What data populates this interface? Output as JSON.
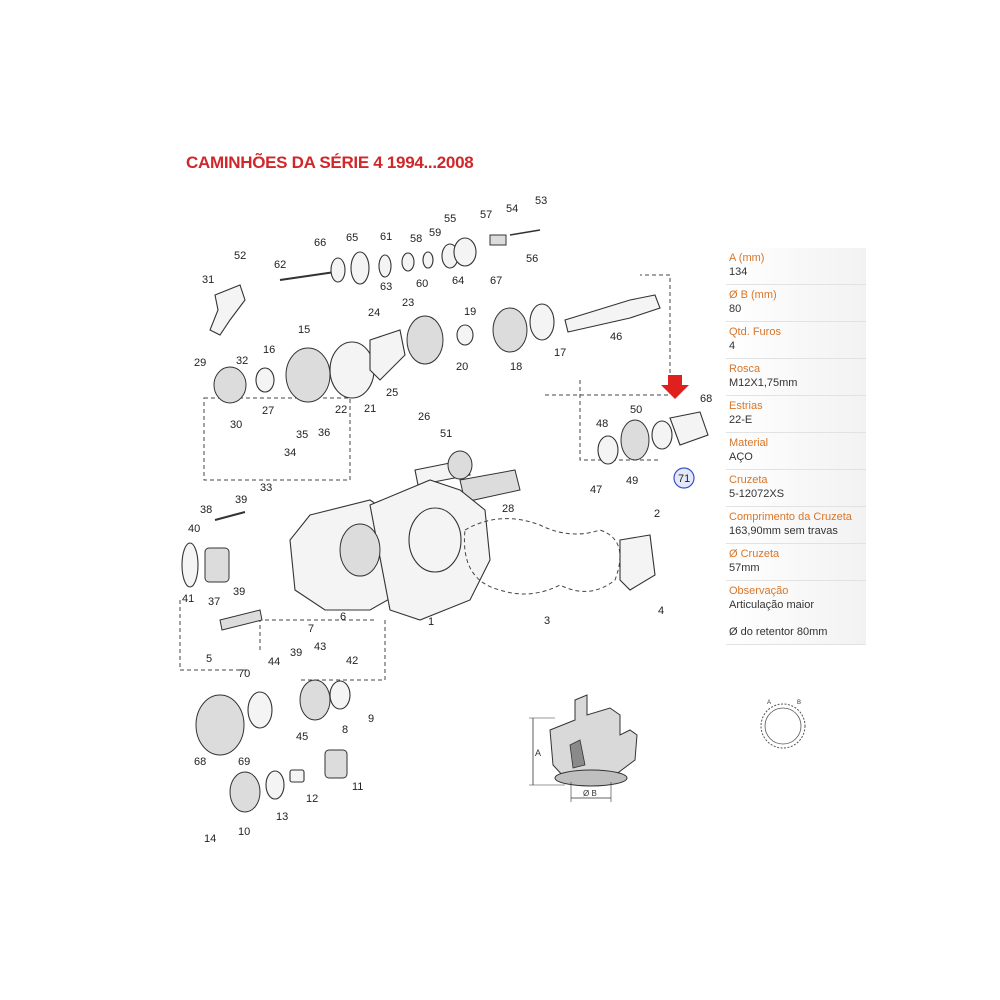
{
  "title": "CAMINHÕES DA SÉRIE 4 1994...2008",
  "colors": {
    "title": "#d0282a",
    "label": "#d7762a",
    "value": "#333333",
    "arrow": "#e0201c",
    "highlight": "#3a50c8"
  },
  "callouts": [
    "1",
    "2",
    "3",
    "4",
    "5",
    "6",
    "7",
    "8",
    "9",
    "10",
    "11",
    "12",
    "13",
    "14",
    "15",
    "16",
    "17",
    "18",
    "19",
    "20",
    "21",
    "22",
    "23",
    "24",
    "25",
    "26",
    "27",
    "28",
    "29",
    "30",
    "31",
    "32",
    "33",
    "34",
    "35",
    "36",
    "37",
    "38",
    "39",
    "39",
    "39",
    "40",
    "41",
    "42",
    "43",
    "44",
    "45",
    "46",
    "47",
    "48",
    "49",
    "50",
    "51",
    "52",
    "53",
    "54",
    "55",
    "56",
    "57",
    "58",
    "59",
    "60",
    "61",
    "62",
    "63",
    "64",
    "65",
    "66",
    "67",
    "68",
    "68",
    "69",
    "70",
    "71"
  ],
  "highlighted_part": "71",
  "specs": [
    {
      "label": "A (mm)",
      "value": "134"
    },
    {
      "label": "Ø B (mm)",
      "value": "80"
    },
    {
      "label": "Qtd. Furos",
      "value": "4"
    },
    {
      "label": "Rosca",
      "value": "M12X1,75mm"
    },
    {
      "label": "Estrias",
      "value": "22-E"
    },
    {
      "label": "Material",
      "value": "AÇO"
    },
    {
      "label": "Cruzeta",
      "value": "5-12072XS"
    },
    {
      "label": "Comprimento da Cruzeta",
      "value": "163,90mm sem travas"
    },
    {
      "label": "Ø Cruzeta",
      "value": "57mm"
    },
    {
      "label": "Observação",
      "value": "Articulação maior",
      "value2": "Ø do retentor 80mm"
    }
  ],
  "yoke_drawing": {
    "dim_a": "A",
    "dim_b": "Ø B"
  },
  "spline_drawing": {
    "a": "A",
    "b": "B"
  }
}
